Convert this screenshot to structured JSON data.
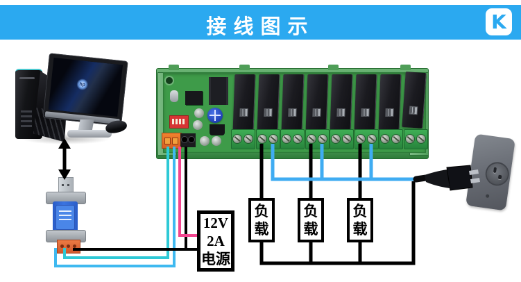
{
  "header": {
    "title": "接线图示",
    "logo_letter": "K",
    "background": "#2BA9F0",
    "text_color": "#FFFFFF"
  },
  "computer": {
    "monitor_logo": "hp"
  },
  "usb_converter": {},
  "relay_board": {
    "relay_count": 8,
    "terminal_count": 8
  },
  "power_supply_box": {
    "line1": "12V",
    "line2": "2A",
    "line3": "电源"
  },
  "load_boxes": [
    {
      "char1": "负",
      "char2": "载"
    },
    {
      "char1": "负",
      "char2": "载"
    },
    {
      "char1": "负",
      "char2": "载"
    }
  ],
  "wire_colors": {
    "signal_teal": "#2EC9D6",
    "signal_blue": "#3FB9F0",
    "power_pink": "#F2458F",
    "power_black": "#000000",
    "ac_blue": "#3FACF2"
  }
}
